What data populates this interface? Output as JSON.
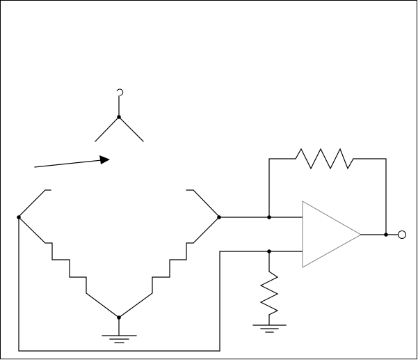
{
  "diagram": {
    "type": "circuit-schematic",
    "components": [
      {
        "kind": "terminal"
      },
      {
        "kind": "branch-junction"
      },
      {
        "kind": "arrow"
      },
      {
        "kind": "bridge-left-upper-arm"
      },
      {
        "kind": "bridge-right-upper-arm"
      },
      {
        "kind": "bridge-left-lower-resistor"
      },
      {
        "kind": "bridge-right-lower-resistor"
      },
      {
        "kind": "ground"
      },
      {
        "kind": "feedback-resistor"
      },
      {
        "kind": "op-amp"
      },
      {
        "kind": "input-resistor-to-ground"
      },
      {
        "kind": "ground"
      },
      {
        "kind": "output-terminal"
      }
    ],
    "colors": {
      "line": "#000000",
      "opamp_outline": "#7f7f7f",
      "frame": "#000000"
    }
  }
}
